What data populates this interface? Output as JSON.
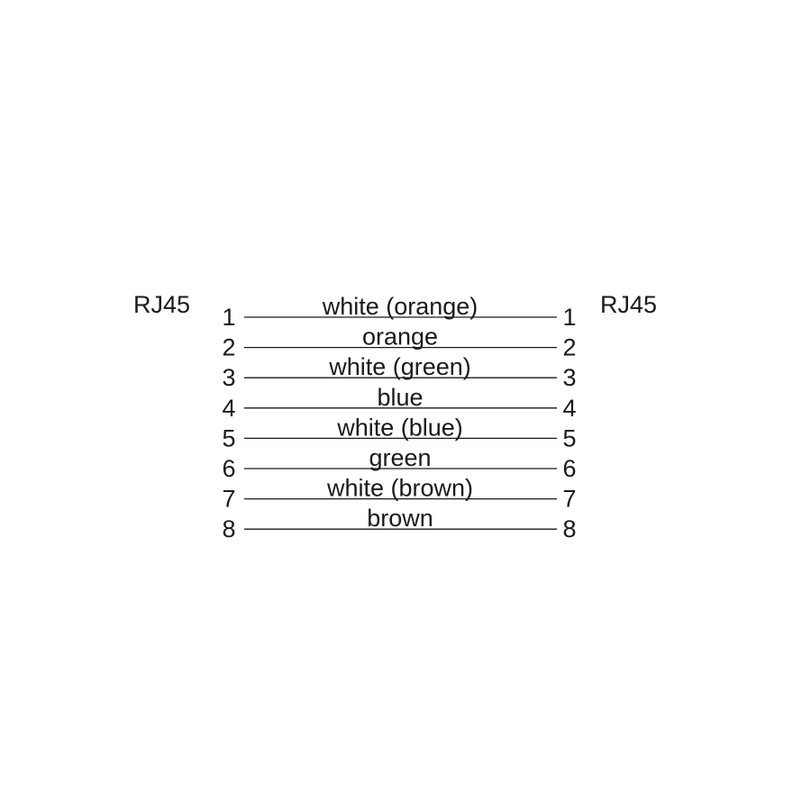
{
  "left_connector": {
    "label": "RJ45"
  },
  "right_connector": {
    "label": "RJ45"
  },
  "wires": [
    {
      "left_pin": "1",
      "right_pin": "1",
      "color_label": "white (orange)"
    },
    {
      "left_pin": "2",
      "right_pin": "2",
      "color_label": "orange"
    },
    {
      "left_pin": "3",
      "right_pin": "3",
      "color_label": "white (green)"
    },
    {
      "left_pin": "4",
      "right_pin": "4",
      "color_label": "blue"
    },
    {
      "left_pin": "5",
      "right_pin": "5",
      "color_label": "white (blue)"
    },
    {
      "left_pin": "6",
      "right_pin": "6",
      "color_label": "green"
    },
    {
      "left_pin": "7",
      "right_pin": "7",
      "color_label": "white (brown)"
    },
    {
      "left_pin": "8",
      "right_pin": "8",
      "color_label": "brown"
    }
  ]
}
